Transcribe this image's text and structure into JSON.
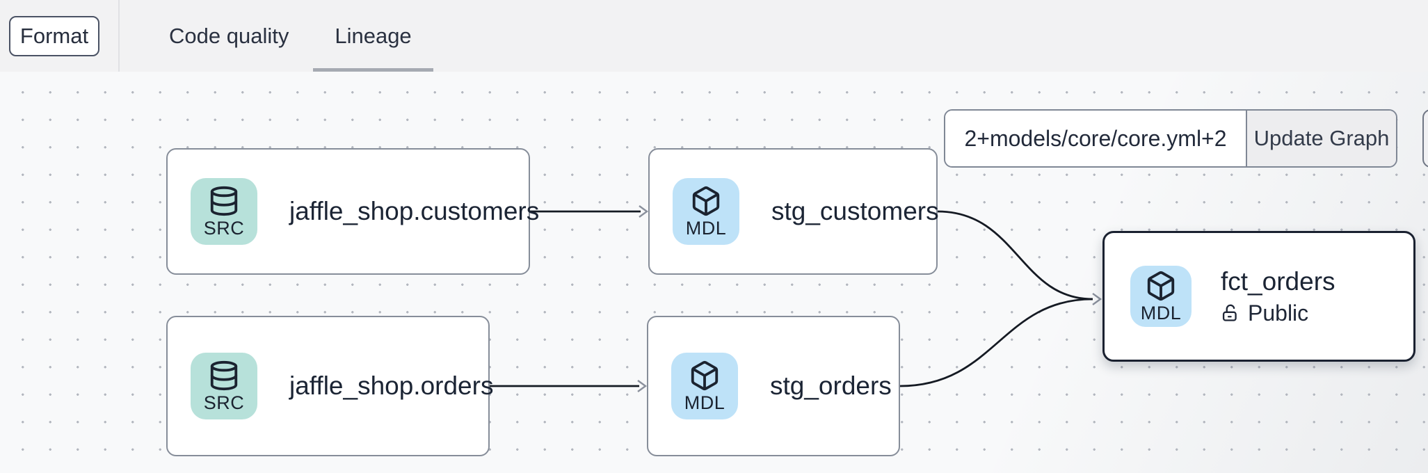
{
  "header": {
    "format_button": "Format",
    "tabs": [
      {
        "label": "Code quality",
        "active": false
      },
      {
        "label": "Lineage",
        "active": true
      }
    ]
  },
  "graph_controls": {
    "selector_value": "2+models/core/core.yml+2",
    "update_button": "Update Graph"
  },
  "graph": {
    "nodes": [
      {
        "id": "jaffle_shop.customers",
        "label": "jaffle_shop.customers",
        "badge": "SRC",
        "type": "source"
      },
      {
        "id": "stg_customers",
        "label": "stg_customers",
        "badge": "MDL",
        "type": "model"
      },
      {
        "id": "jaffle_shop.orders",
        "label": "jaffle_shop.orders",
        "badge": "SRC",
        "type": "source"
      },
      {
        "id": "stg_orders",
        "label": "stg_orders",
        "badge": "MDL",
        "type": "model"
      },
      {
        "id": "fct_orders",
        "label": "fct_orders",
        "badge": "MDL",
        "type": "model",
        "access": "Public",
        "selected": true
      }
    ],
    "edges": [
      {
        "from": "jaffle_shop.customers",
        "to": "stg_customers"
      },
      {
        "from": "jaffle_shop.orders",
        "to": "stg_orders"
      },
      {
        "from": "stg_customers",
        "to": "fct_orders"
      },
      {
        "from": "stg_orders",
        "to": "fct_orders"
      }
    ]
  },
  "colors": {
    "source_badge": "#b7e1da",
    "model_badge": "#bee2f8",
    "node_border": "#868d99",
    "selected_border": "#1a2130",
    "edge": "#151a23",
    "canvas": "#f8f9fa"
  }
}
